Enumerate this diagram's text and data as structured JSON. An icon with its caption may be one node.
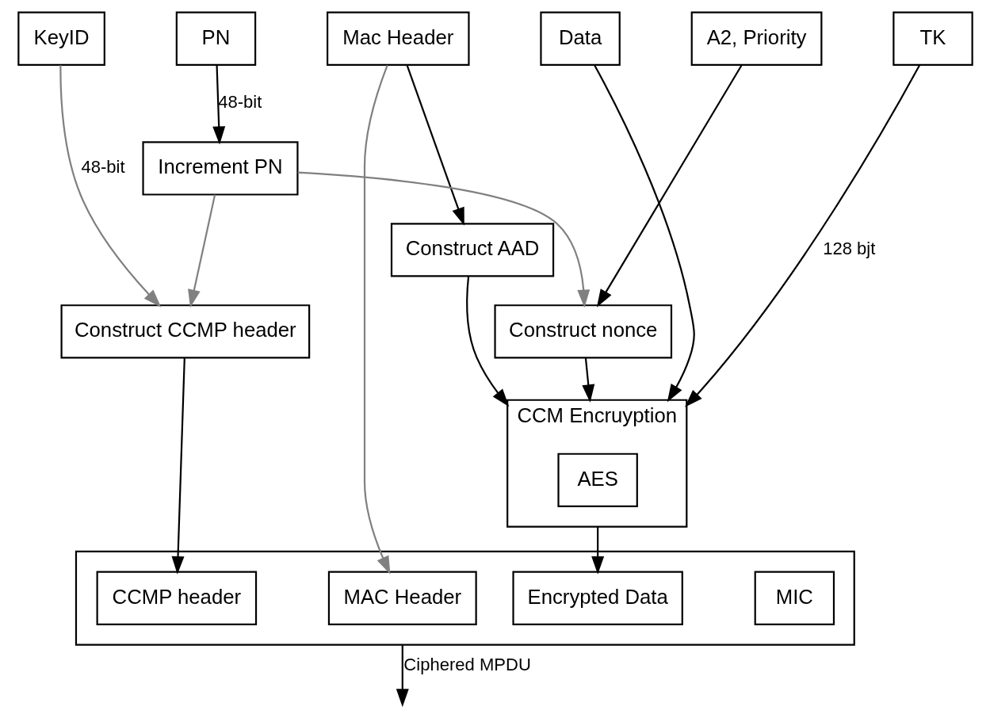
{
  "diagram": {
    "nodes": [
      {
        "text": [
          "KeyID"
        ]
      },
      {
        "text": [
          "PN"
        ]
      },
      {
        "text": [
          "Mac Header"
        ]
      },
      {
        "text": [
          "Data"
        ]
      },
      {
        "text": [
          "A2, Priority"
        ]
      },
      {
        "text": [
          "TK"
        ]
      },
      {
        "text": [
          "Increment PN"
        ]
      },
      {
        "text": [
          "Construct CCMP header"
        ]
      },
      {
        "text": [
          "Construct nonce"
        ]
      },
      {
        "text": [
          "Construct AAD"
        ]
      },
      {
        "text": [
          "CCM Encruyption"
        ]
      },
      {
        "text": [
          "AES"
        ],
        "in": 10
      },
      {
        "text": [],
        "shape": "box"
      },
      {
        "text": [
          "MAC Header"
        ],
        "in": 12
      },
      {
        "text": [
          "CCMP header"
        ],
        "in": 12
      },
      {
        "text": [
          "Encrypted Data"
        ],
        "in": 12
      },
      {
        "text": [
          "MIC"
        ],
        "in": 12
      }
    ],
    "edges": [
      {
        "from": 1,
        "to": 6,
        "arrow": "to",
        "label": "48-bit"
      },
      {
        "from": 0,
        "to": 7,
        "arrow": "to",
        "label": "48-bit",
        "color": "#808080"
      },
      {
        "from": 6,
        "to": 7,
        "arrow": "to",
        "color": "#808080"
      },
      {
        "from": 6,
        "to": 8,
        "arrow": "to",
        "color": "#808080"
      },
      {
        "from": 4,
        "to": 8,
        "arrow": "to"
      },
      {
        "from": 2,
        "to": 9,
        "arrow": "to"
      },
      {
        "from": 2,
        "to": 13,
        "arrow": "to",
        "color": "#808080"
      },
      {
        "from": 3,
        "to": 10,
        "arrow": "to"
      },
      {
        "from": 7,
        "to": 14,
        "arrow": "to"
      },
      {
        "from": 8,
        "to": 10,
        "arrow": "to"
      },
      {
        "from": 9,
        "to": 10,
        "arrow": "to"
      },
      {
        "from": 5,
        "to": 10,
        "arrow": "to",
        "label": "128 bjt"
      },
      {
        "from": 10,
        "to": 15,
        "arrow": "to"
      },
      {
        "from": 12,
        "to": null,
        "arrow": "to",
        "label": "Ciphered MPDU"
      }
    ]
  }
}
